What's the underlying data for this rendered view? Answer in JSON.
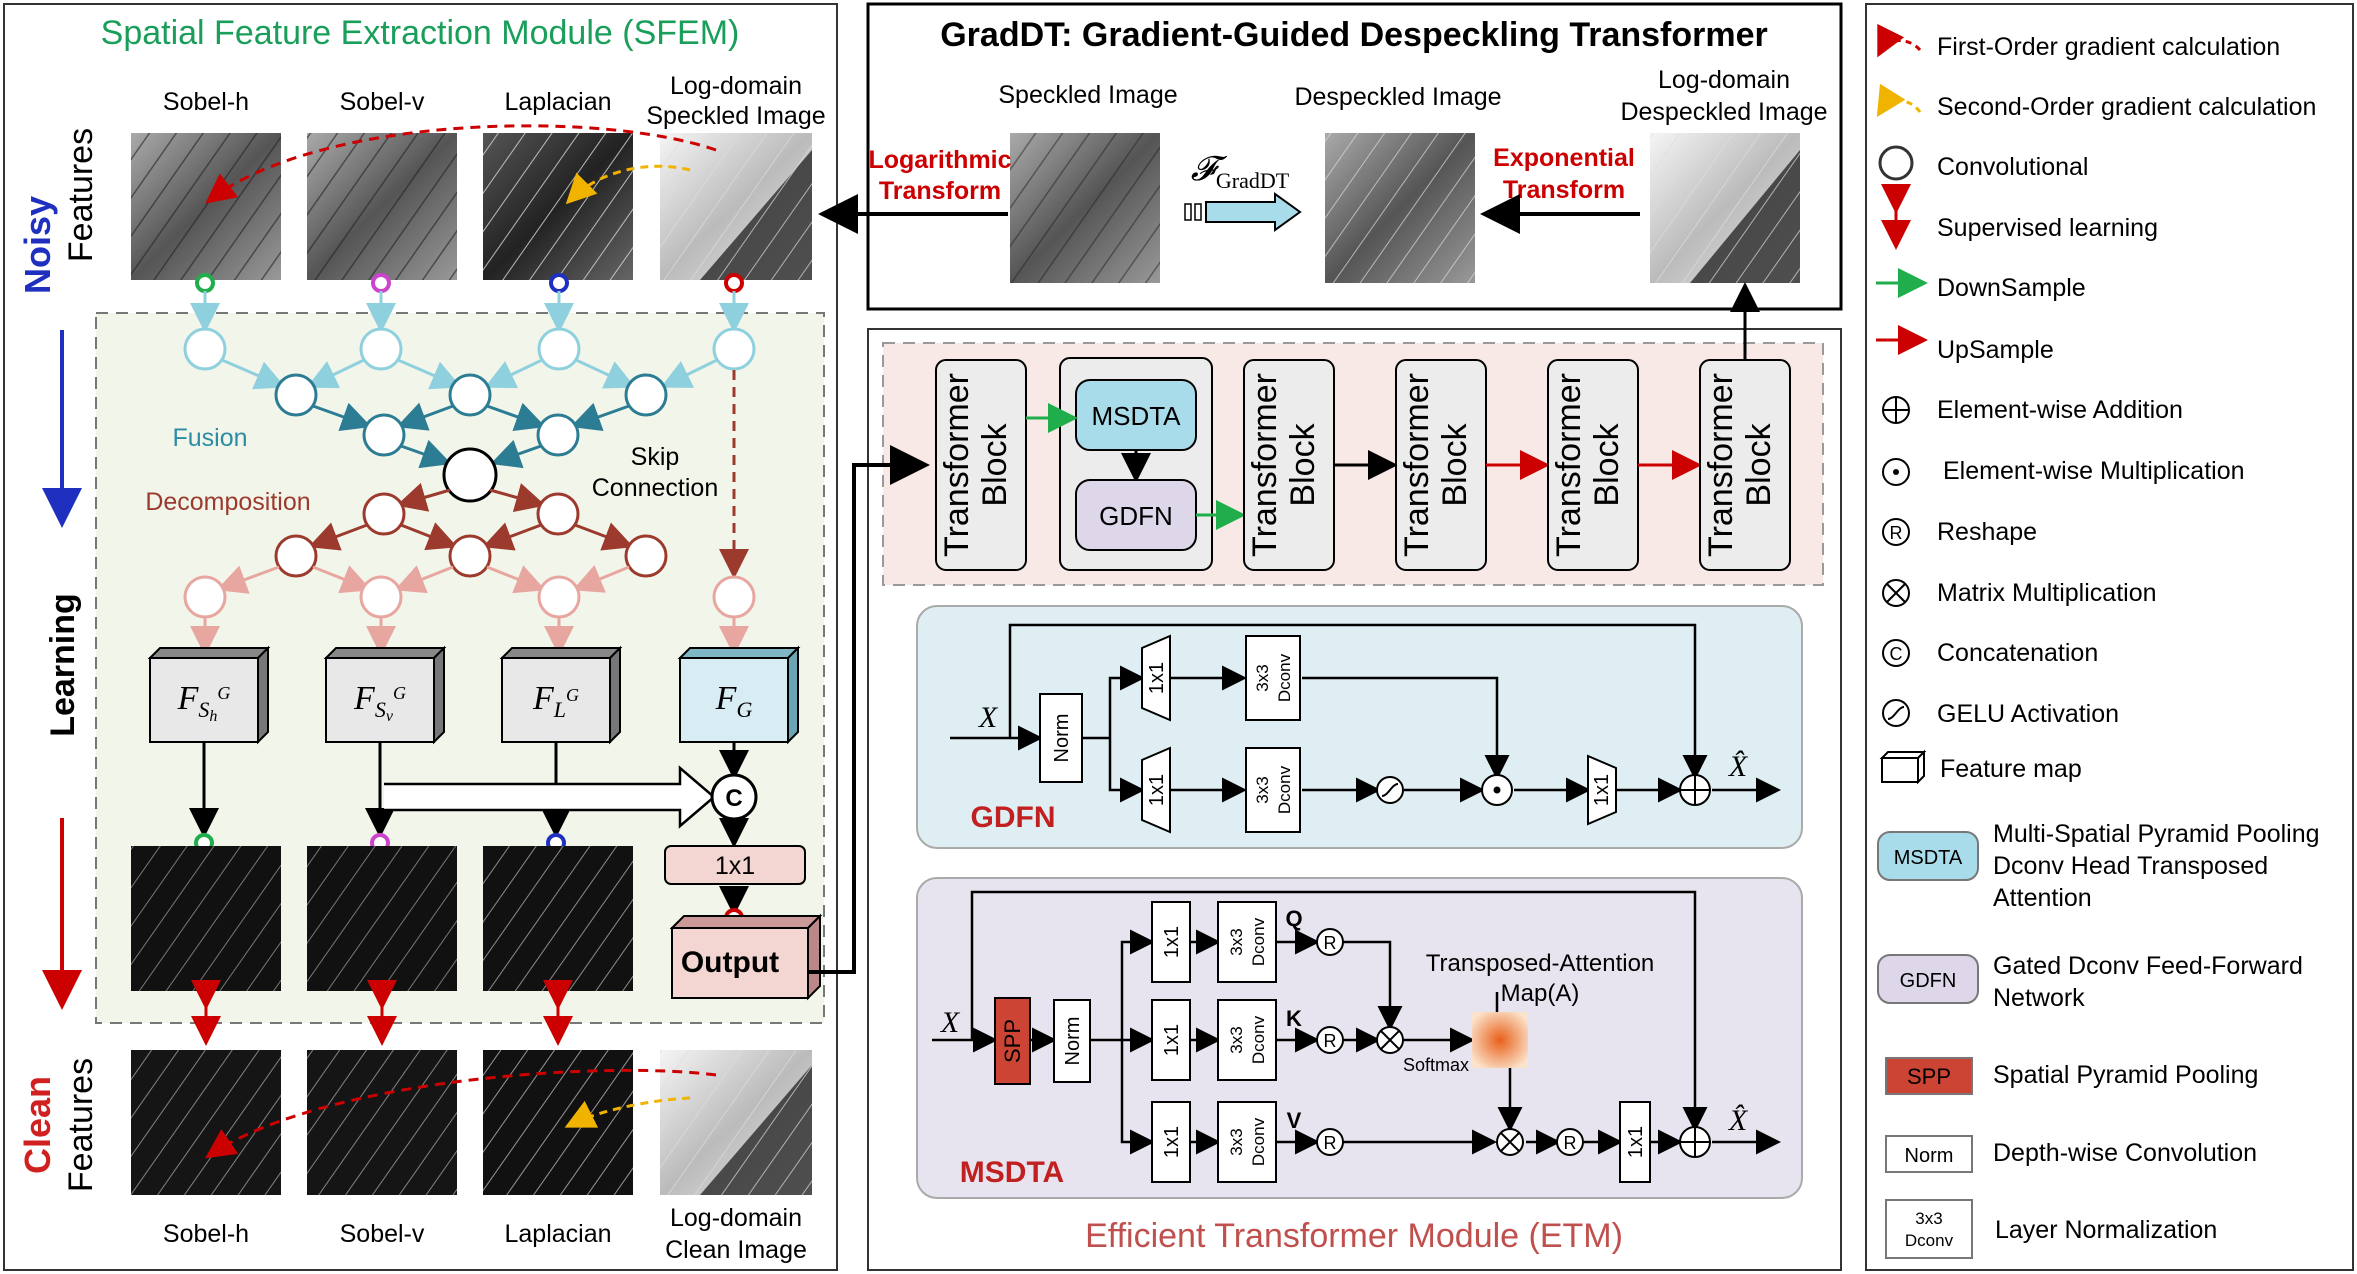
{
  "sfem": {
    "title": "Spatial Feature Extraction Module (SFEM)",
    "top_labels": [
      "Sobel-h",
      "Sobel-v",
      "Laplacian"
    ],
    "log_domain_top": [
      "Log-domain",
      "Speckled Image"
    ],
    "noisy_label": "Noisy",
    "features_label": "Features",
    "learning_label": "Learning",
    "clean_label": "Clean",
    "fusion_label": "Fusion",
    "decomposition_label": "Decomposition",
    "skip_connection": [
      "Skip",
      "Connection"
    ],
    "feature_maps": [
      "F_Sh^G",
      "F_Sv^G",
      "F_L^G",
      "F_G"
    ],
    "concat_symbol": "C",
    "conv_label": "1x1",
    "output_label": "Output",
    "bottom_labels": [
      "Sobel-h",
      "Sobel-v",
      "Laplacian"
    ],
    "log_domain_bottom": [
      "Log-domain",
      "Clean Image"
    ]
  },
  "gradt": {
    "title": "GradDT: Gradient-Guided Despeckling Transformer",
    "speckled_image": "Speckled Image",
    "despeckled_image": "Despeckled Image",
    "log_domain_despeckled": [
      "Log-domain",
      "Despeckled Image"
    ],
    "log_transform": [
      "Logarithmic",
      "Transform"
    ],
    "exp_transform": [
      "Exponential",
      "Transform"
    ],
    "operator": "GradDT"
  },
  "etm": {
    "title": "Efficient Transformer Module (ETM)",
    "transformer_block": [
      "Transformer",
      "Block"
    ],
    "msdta": "MSDTA",
    "gdfn": "GDFN",
    "gdfn_panel": {
      "label": "GDFN",
      "input": "X",
      "output": "X̂",
      "norm": "Norm",
      "conv1x1": "1x1",
      "dconv": [
        "3x3",
        "Dconv"
      ]
    },
    "msdta_panel": {
      "label": "MSDTA",
      "input": "X",
      "output": "X̂",
      "spp": "SPP",
      "norm": "Norm",
      "conv1x1": "1x1",
      "dconv": [
        "3x3",
        "Dconv"
      ],
      "q": "Q",
      "k": "K",
      "v": "V",
      "softmax": "Softmax",
      "attention_map": [
        "Transposed-Attention",
        "Map(A)"
      ]
    }
  },
  "legend": {
    "items": [
      "First-Order gradient calculation",
      "Second-Order gradient calculation",
      "Convolutional",
      "Supervised learning",
      "DownSample",
      "UpSample",
      "Element-wise Addition",
      "Element-wise Multiplication",
      "Reshape",
      "Matrix Multiplication",
      "Concatenation",
      "GELU Activation",
      "Feature map"
    ],
    "box_items": [
      {
        "tag": "MSDTA",
        "text": [
          "Multi-Spatial Pyramid Pooling",
          "Dconv Head Transposed",
          "Attention"
        ]
      },
      {
        "tag": "GDFN",
        "text": [
          "Gated Dconv Feed-Forward",
          "Network"
        ]
      },
      {
        "tag": "SPP",
        "text": [
          "Spatial Pyramid Pooling"
        ]
      },
      {
        "tag": "Norm",
        "text": [
          "Depth-wise Convolution"
        ]
      },
      {
        "tag": "3x3 Dconv",
        "text": [
          "Layer Normalization"
        ]
      }
    ]
  },
  "colors": {
    "green": "#1fae4b",
    "red": "#cc0000",
    "yellow": "#f0b400",
    "blue_title": "#1a9f5b",
    "fusion_light": "#8fd0de",
    "fusion_dark": "#2c7c93",
    "decomp_dark": "#9c3a2e",
    "decomp_light": "#e8a6a0",
    "msdta_fill": "#a9dcea",
    "gdfn_fill": "#ded7ea",
    "spp_fill": "#cc4433",
    "etm_title": "#c0504d",
    "noisy_blue": "#1f2fbf",
    "clean_red": "#d02020"
  }
}
